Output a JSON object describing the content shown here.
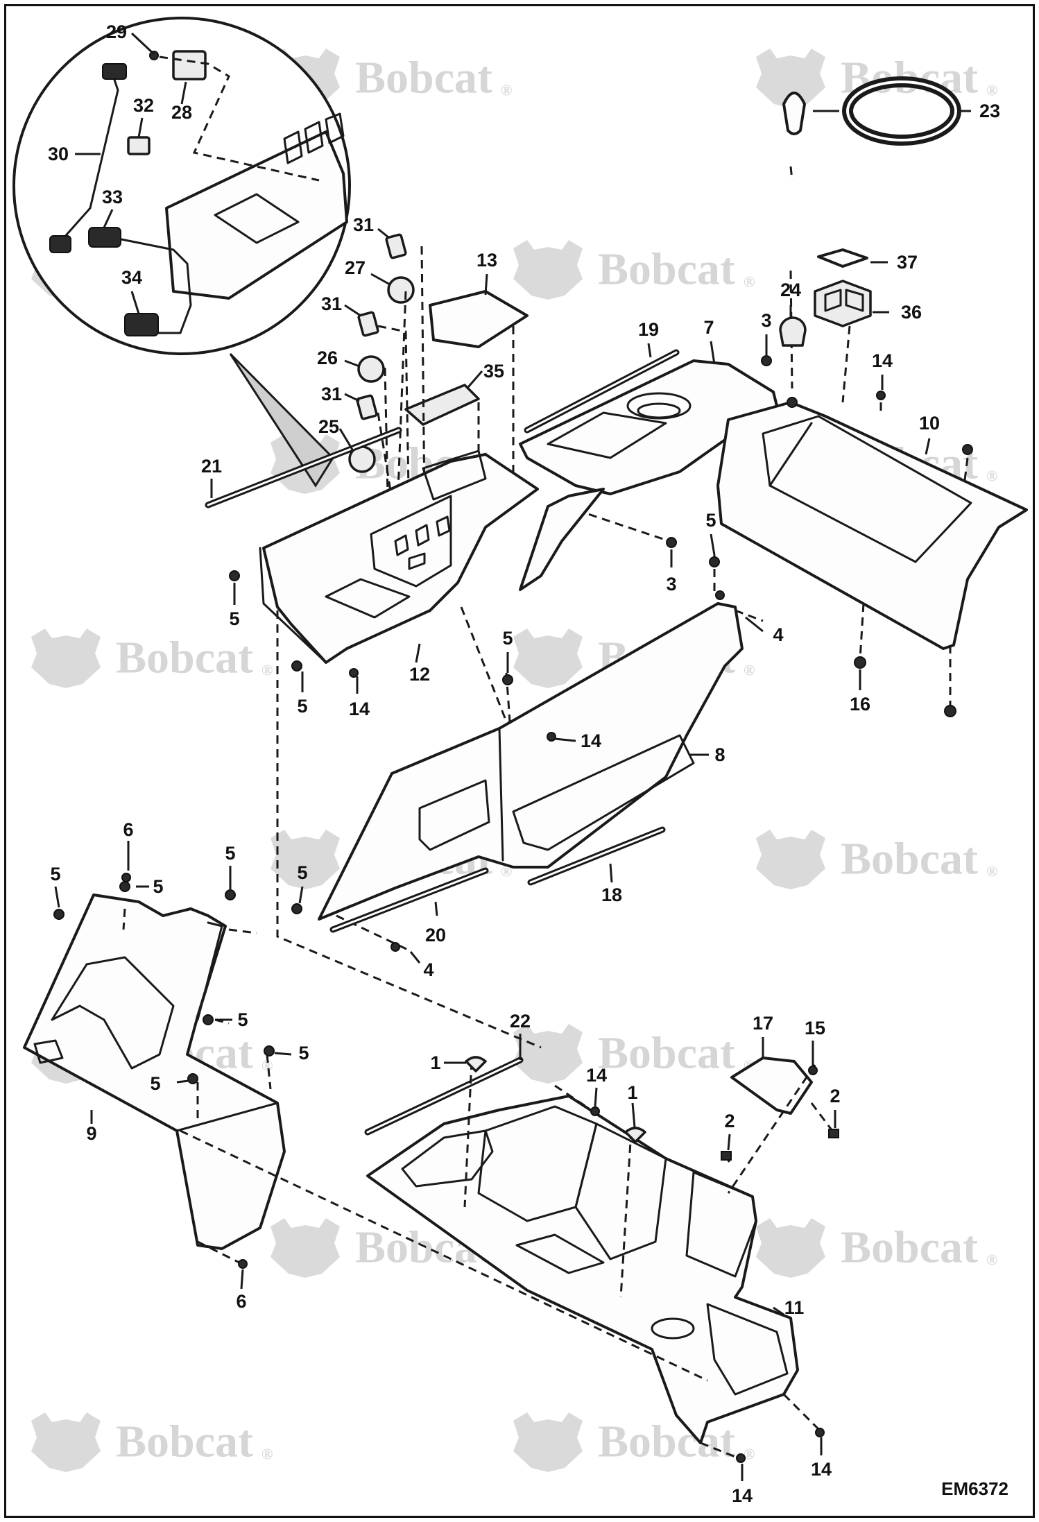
{
  "watermark": {
    "text": "Bobcat",
    "mark": "®"
  },
  "drawing_code": "EM6372",
  "callouts": {
    "c29": "29",
    "c28": "28",
    "c32": "32",
    "c30": "30",
    "c33": "33",
    "c34": "34",
    "c31a": "31",
    "c27": "27",
    "c31b": "31",
    "c26": "26",
    "c31c": "31",
    "c25": "25",
    "c13": "13",
    "c35": "35",
    "c21": "21",
    "c19": "19",
    "c7": "7",
    "c3a": "3",
    "c24": "24",
    "c37": "37",
    "c36": "36",
    "c23": "23",
    "c14a": "14",
    "c10": "10",
    "c5a": "5",
    "c3b": "3",
    "c4a": "4",
    "c16": "16",
    "c5b": "5",
    "c12": "12",
    "c5c": "5",
    "c14b": "14",
    "c5d": "5",
    "c14c": "14",
    "c8": "8",
    "c5e": "5",
    "c20": "20",
    "c18": "18",
    "c4b": "4",
    "c6a": "6",
    "c5f": "5",
    "c5g": "5",
    "c5h": "5",
    "c5i": "5",
    "c5j": "5",
    "c5k": "5",
    "c9": "9",
    "c6b": "6",
    "c22": "22",
    "c1a": "1",
    "c14d": "14",
    "c1b": "1",
    "c17": "17",
    "c15": "15",
    "c2a": "2",
    "c2b": "2",
    "c11": "11",
    "c14e": "14",
    "c14f": "14"
  }
}
